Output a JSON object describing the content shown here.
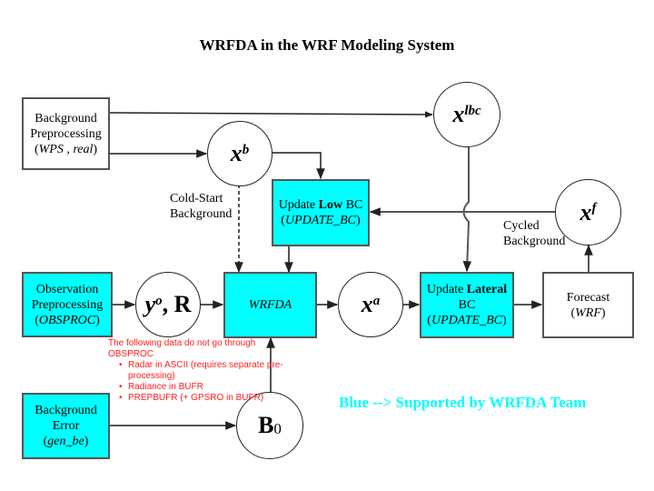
{
  "title": "WRFDA in the WRF Modeling System",
  "colors": {
    "supported_fill": "#00ffff",
    "note_text": "#ff2020",
    "legend_text": "#00ffff",
    "line": "#555555"
  },
  "boxes": {
    "background_preprocessing": {
      "line1": "Background",
      "line2": "Preprocessing",
      "tool_open": "(",
      "tool": "WPS , real",
      "tool_close": ")"
    },
    "update_low_bc": {
      "pre": "Update ",
      "bold": "Low",
      "post": " BC",
      "tool_open": "(",
      "tool": "UPDATE_BC",
      "tool_close": ")"
    },
    "observation_preprocessing": {
      "line1": "Observation",
      "line2": "Preprocessing",
      "tool_open": "(",
      "tool": "OBSPROC",
      "tool_close": ")"
    },
    "wrfda": {
      "label": "WRFDA"
    },
    "update_lateral_bc": {
      "pre": "Update ",
      "bold": "Lateral",
      "post": " BC",
      "tool_open": "(",
      "tool": "UPDATE_BC",
      "tool_close": ")"
    },
    "forecast": {
      "line1": "Forecast",
      "tool_open": "(",
      "tool": "WRF",
      "tool_close": ")"
    },
    "background_error": {
      "line1": "Background",
      "line2": "Error",
      "tool_open": "(",
      "tool": "gen_be",
      "tool_close": ")"
    }
  },
  "nodes": {
    "xb": {
      "base": "x",
      "sup": "b"
    },
    "xlbc": {
      "base": "x",
      "sup": "lbc"
    },
    "xf": {
      "base": "x",
      "sup": "f"
    },
    "yo_r": {
      "base": "y",
      "sup": "o",
      "rest": ", R"
    },
    "xa": {
      "base": "x",
      "sup": "a"
    },
    "b0": {
      "base": "B",
      "sub": "0"
    }
  },
  "labels": {
    "cold_start": {
      "line1": "Cold-Start",
      "line2": "Background"
    },
    "cycled": {
      "line1": "Cycled",
      "line2": "Background"
    }
  },
  "note": {
    "heading_line1": "The following data do not go through",
    "heading_line2": "OBSPROC",
    "items": [
      "Radar in ASCII (requires separate pre-processing)",
      "Radiance in BUFR",
      "PREPBUFR (+ GPSRO in BUFR)"
    ]
  },
  "legend": "Blue --> Supported by WRFDA Team"
}
